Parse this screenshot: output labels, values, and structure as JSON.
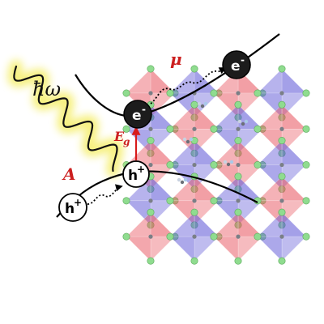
{
  "photon": {
    "label": "ħω",
    "glow_color": "#f6f07a",
    "wave_color": "#111111"
  },
  "labels": {
    "absorption": "A",
    "bandgap_base": "E",
    "bandgap_sub": "g",
    "mobility": "μ",
    "label_color": "#cc1f1f"
  },
  "carriers": {
    "electron_symbol": "e",
    "electron_sign": "-",
    "hole_symbol": "h",
    "hole_sign": "+"
  },
  "crystal": {
    "octahedron_colors": [
      "#e8505b",
      "#5a52d6"
    ],
    "octahedron_opacity": 0.55,
    "halide_atom_color": "#8fdc8f",
    "organic_atom_colors": [
      "#c8d2e0",
      "#6b7078",
      "#a9c9e8"
    ]
  },
  "colors": {
    "band_line": "#000000",
    "electron_fill": "#1c1c1c",
    "hole_fill": "#ffffff",
    "bandgap_arrow": "#d81b1b"
  }
}
